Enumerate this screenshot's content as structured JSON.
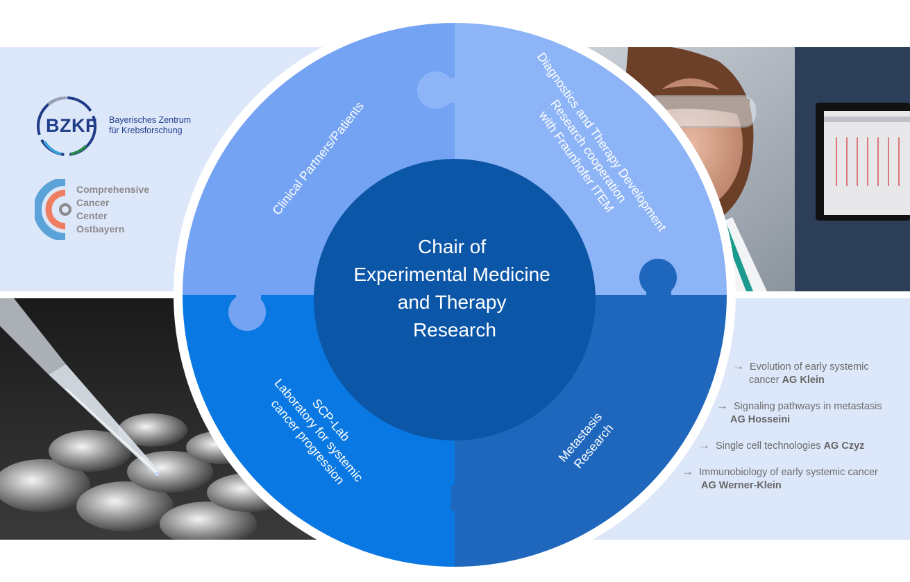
{
  "center": {
    "lines": [
      "Chair of",
      "Experimental Medicine",
      "and Therapy",
      "Research"
    ]
  },
  "segments": {
    "top_left": [
      "Clinical Partners/Patients"
    ],
    "top_right": [
      "Diagnostics and Therapy Development",
      "Research cooperation",
      "with Fraunhofer ITEM"
    ],
    "bottom_left": [
      "SCP-Lab",
      "Laboratory for systemic",
      "cancer progression"
    ],
    "bottom_right": [
      "Metastasis",
      "Research"
    ]
  },
  "logos": {
    "bzkf": {
      "letters": "BZKF",
      "name_lines": [
        "Bayerisches Zentrum",
        "für Krebsforschung"
      ]
    },
    "ccc": {
      "name_lines": [
        "Comprehensive",
        "Cancer",
        "Center",
        "Ostbayern"
      ]
    }
  },
  "research_groups": [
    {
      "topic_line1": "Evolution of early systemic",
      "topic_line2": "cancer ",
      "group": "AG Klein"
    },
    {
      "topic_line1": "Signaling pathways in metastasis",
      "topic_line2": "",
      "group": "AG Hosseini"
    },
    {
      "topic_line1": "Single cell technologies ",
      "topic_line2": "",
      "group": "AG Czyz"
    },
    {
      "topic_line1": "Immunobiology of early systemic cancer",
      "topic_line2": "",
      "group": "AG Werner-Klein"
    }
  ],
  "icons": {
    "arrow": "→",
    "group_arrow_icon": "arrow-right-icon"
  },
  "colors": {
    "segment_top_left": "#74a3f4",
    "segment_top_right": "#8db4f6",
    "segment_bottom_left": "#0a78e2",
    "segment_bottom_right": "#1f67bd",
    "center": "#0c56a8",
    "panel_bg": "#dde7fa",
    "bzkf_blue": "#1f3c88",
    "ccc_gray": "#8a8a8a"
  }
}
